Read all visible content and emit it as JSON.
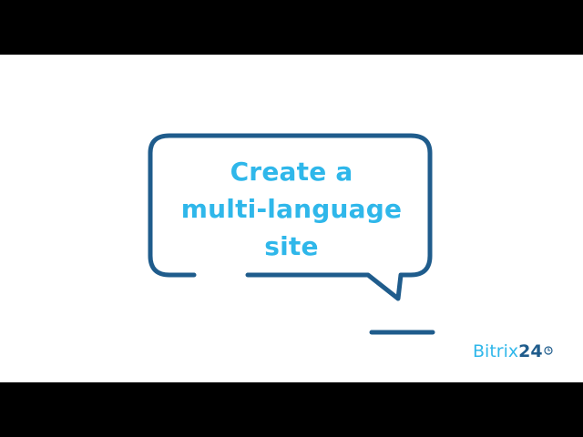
{
  "speech_bubble": {
    "lines": [
      "Create a",
      "multi-language",
      "site"
    ]
  },
  "logo": {
    "word": "Bitrix",
    "number": "24"
  },
  "colors": {
    "text_accent": "#2fb7ea",
    "bubble_stroke": "#1f5c8c",
    "background": "#ffffff",
    "letterbox": "#000000"
  },
  "icons": {
    "logo_mark": "clock-icon"
  }
}
